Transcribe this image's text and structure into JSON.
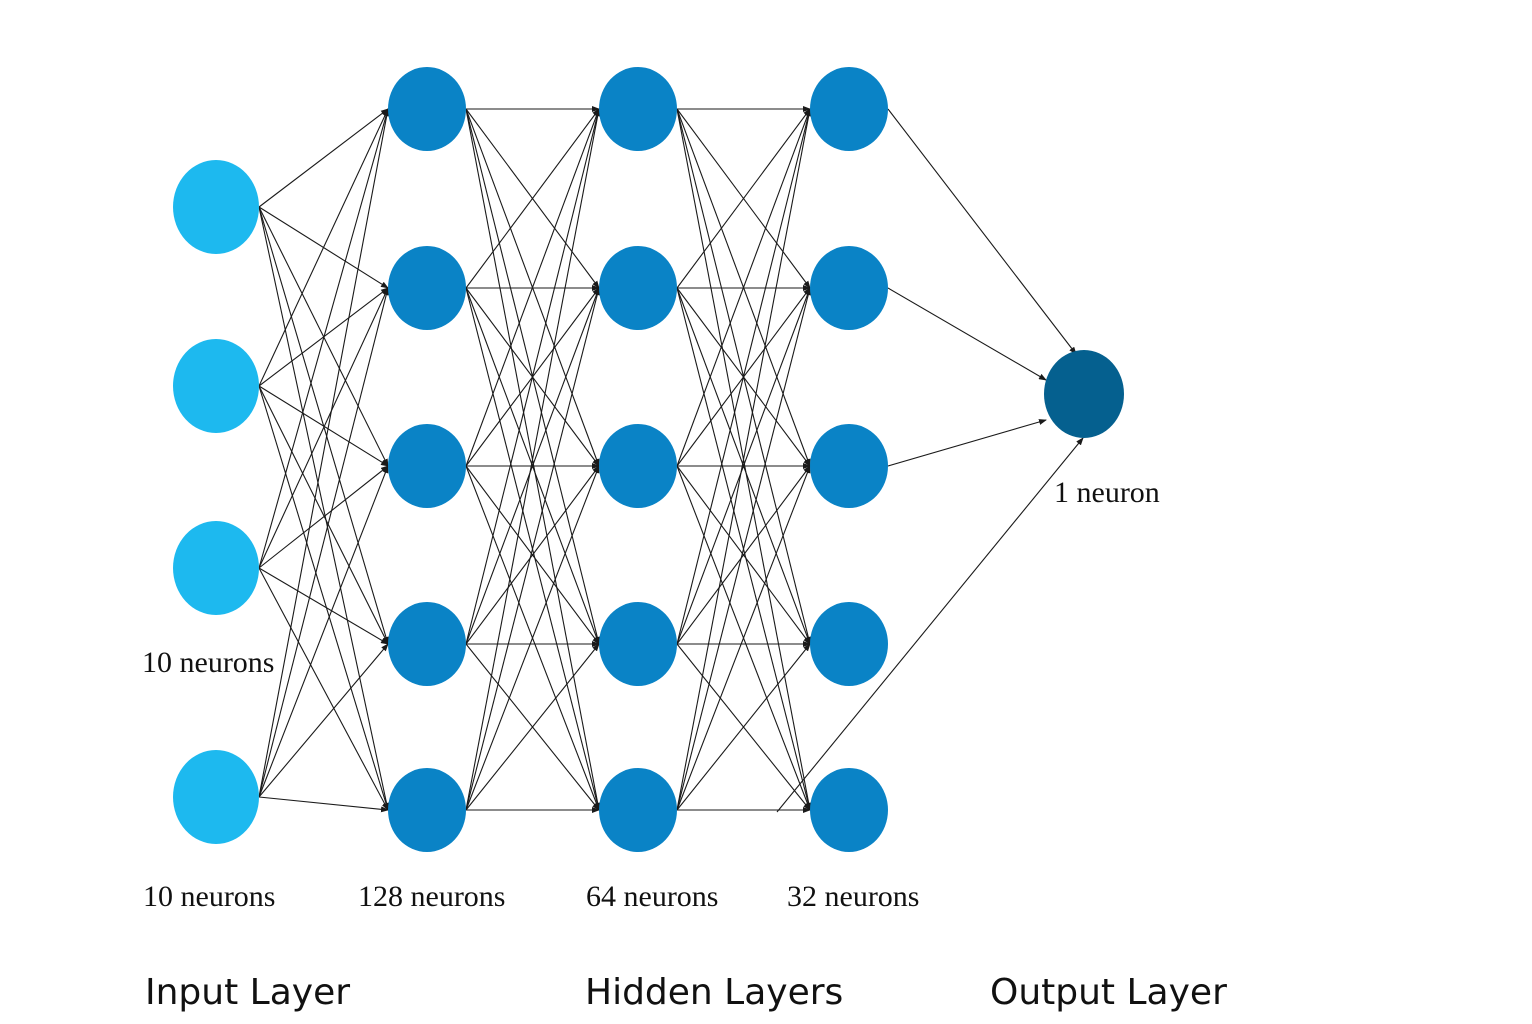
{
  "diagram": {
    "type": "neural-network",
    "colors": {
      "input": "#1DB9EF",
      "hidden": "#0A83C6",
      "output": "#05608F",
      "edge": "#1a1a1a"
    },
    "layers": [
      {
        "id": "input",
        "kind": "input",
        "drawn_nodes": 4,
        "count_label": "10 neurons",
        "side_label": "10 neurons"
      },
      {
        "id": "hidden1",
        "kind": "hidden",
        "drawn_nodes": 5,
        "count_label": "128 neurons"
      },
      {
        "id": "hidden2",
        "kind": "hidden",
        "drawn_nodes": 5,
        "count_label": "64 neurons"
      },
      {
        "id": "hidden3",
        "kind": "hidden",
        "drawn_nodes": 5,
        "count_label": "32 neurons"
      },
      {
        "id": "output",
        "kind": "output",
        "drawn_nodes": 1,
        "count_label": "1 neuron"
      }
    ],
    "titles": {
      "input": "Input Layer",
      "hidden": "Hidden Layers",
      "output": "Output Layer"
    }
  }
}
